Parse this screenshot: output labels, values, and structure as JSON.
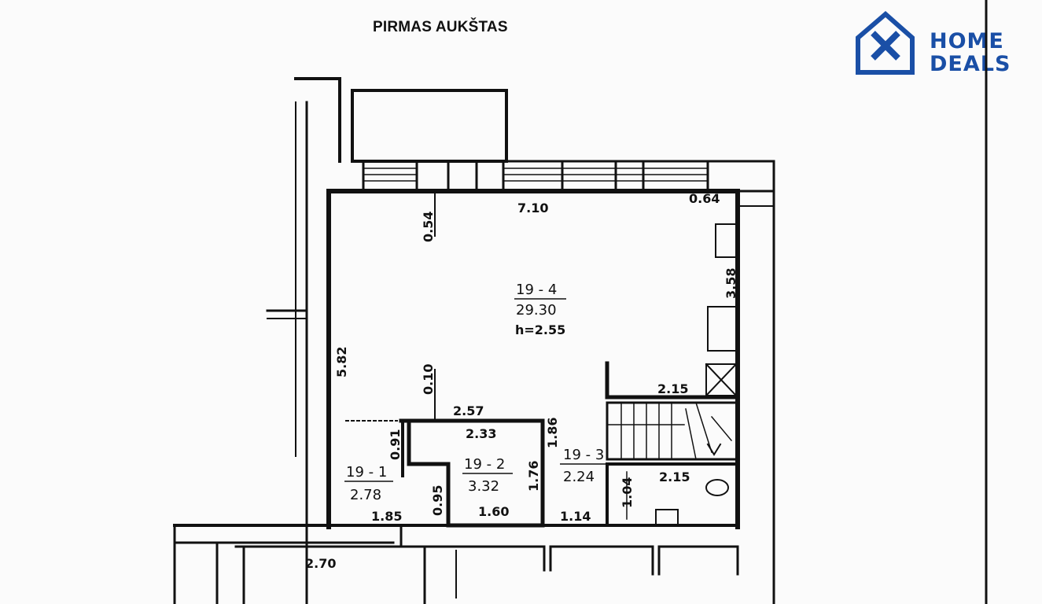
{
  "title": "PIRMAS AUKŠTAS",
  "brand": {
    "line1": "HOME",
    "line2": "DEALS",
    "color": "#1a4fa6"
  },
  "rooms": [
    {
      "id": "19 - 4",
      "area": "29.30",
      "height": "h=2.55"
    },
    {
      "id": "19 - 1",
      "area": "2.78"
    },
    {
      "id": "19 - 2",
      "area": "3.32"
    },
    {
      "id": "19 - 3",
      "area": "2.24"
    }
  ],
  "dimensions": {
    "d_7_10": "7.10",
    "d_0_64": "0.64",
    "d_0_54": "0.54",
    "d_3_58": "3.58",
    "d_5_82": "5.82",
    "d_0_10": "0.10",
    "d_2_15_top": "2.15",
    "d_2_57": "2.57",
    "d_2_33": "2.33",
    "d_1_86": "1.86",
    "d_0_91": "0.91",
    "d_1_76": "1.76",
    "d_2_15_bottom": "2.15",
    "d_0_95": "0.95",
    "d_1_04": "1.04",
    "d_1_85": "1.85",
    "d_1_60": "1.60",
    "d_1_14": "1.14",
    "d_2_70": "2.70"
  }
}
